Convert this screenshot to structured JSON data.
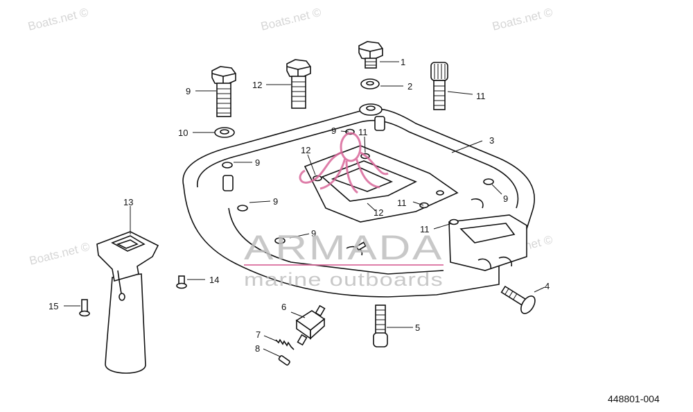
{
  "watermarks": [
    "Boats.net ©",
    "Boats.net ©",
    "Boats.net ©",
    "Boats.net ©",
    "Boats.net ©"
  ],
  "logo": {
    "name": "ARMADA",
    "tagline": "marine outboards",
    "accent_color": "#d9679a"
  },
  "drawing_code": "448801-004",
  "callouts": [
    "1",
    "2",
    "3",
    "4",
    "5",
    "6",
    "7",
    "8",
    "9",
    "9",
    "9",
    "9",
    "9",
    "9",
    "10",
    "11",
    "11",
    "11",
    "11",
    "12",
    "12",
    "12",
    "13",
    "14",
    "15"
  ]
}
